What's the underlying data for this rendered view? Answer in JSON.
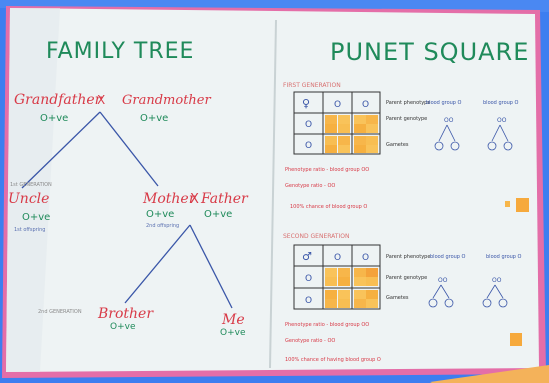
{
  "family_tree": {
    "title": "FAMILY TREE",
    "grandfather": "Grandfather",
    "cross1": "X",
    "grandmother": "Grandmother",
    "gf_blood": "O+ve",
    "gm_blood": "O+ve",
    "uncle": "Uncle",
    "uncle_blood": "O+ve",
    "uncle_note": "1st offspring",
    "first_gen_label": "1st GENERATION",
    "mother": "Mother",
    "cross2": "X",
    "father": "Father",
    "mother_blood": "O+ve",
    "mother_note": "2nd offspring",
    "father_blood": "O+ve",
    "second_gen_label": "2nd GENERATION",
    "brother": "Brother",
    "brother_blood": "O+ve",
    "me": "Me",
    "me_blood": "O+ve"
  },
  "punnett": {
    "title": "PUNET SQUARE",
    "first_gen": "FIRST GENERATION",
    "second_gen": "SECOND GENERATION",
    "female_symbol": "♀",
    "male_symbol": "♂",
    "allele": "O",
    "parent_phenotype": "Parent phenotype",
    "parent_genotype": "Parent genotype",
    "gametes": "Gametes",
    "blood_group_o": "blood group O",
    "phenotype_ratio": "Phenotype ratio - blood group OO",
    "genotype_ratio": "Genotype ratio - OO",
    "chance": "100% chance of blood group O",
    "chance2": "100% chance of having blood group O",
    "oo": "OO"
  },
  "colors": {
    "red": "#d83a47",
    "green": "#1f8a5a",
    "blue": "#3a56a8",
    "pink_border": "#e05a9a",
    "sticky": "#f7b64a"
  }
}
